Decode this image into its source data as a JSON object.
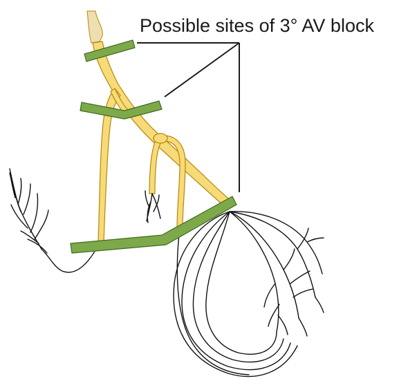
{
  "diagram": {
    "callout_label": "Possible sites of 3° AV block",
    "colors": {
      "conduction_fill": "#F6DB78",
      "conduction_stroke": "#B8860B",
      "conduction_highlight": "#FFF6C8",
      "block_fill": "#7EA94A",
      "block_stroke": "#3E6B1E",
      "fiber_line": "#111111",
      "leader_line": "#1a1a1a",
      "upper_pathway_fill": "#EEDFB0"
    },
    "block_sites": [
      {
        "name": "upper-block-site"
      },
      {
        "name": "middle-block-site"
      },
      {
        "name": "lower-block-site"
      }
    ]
  }
}
